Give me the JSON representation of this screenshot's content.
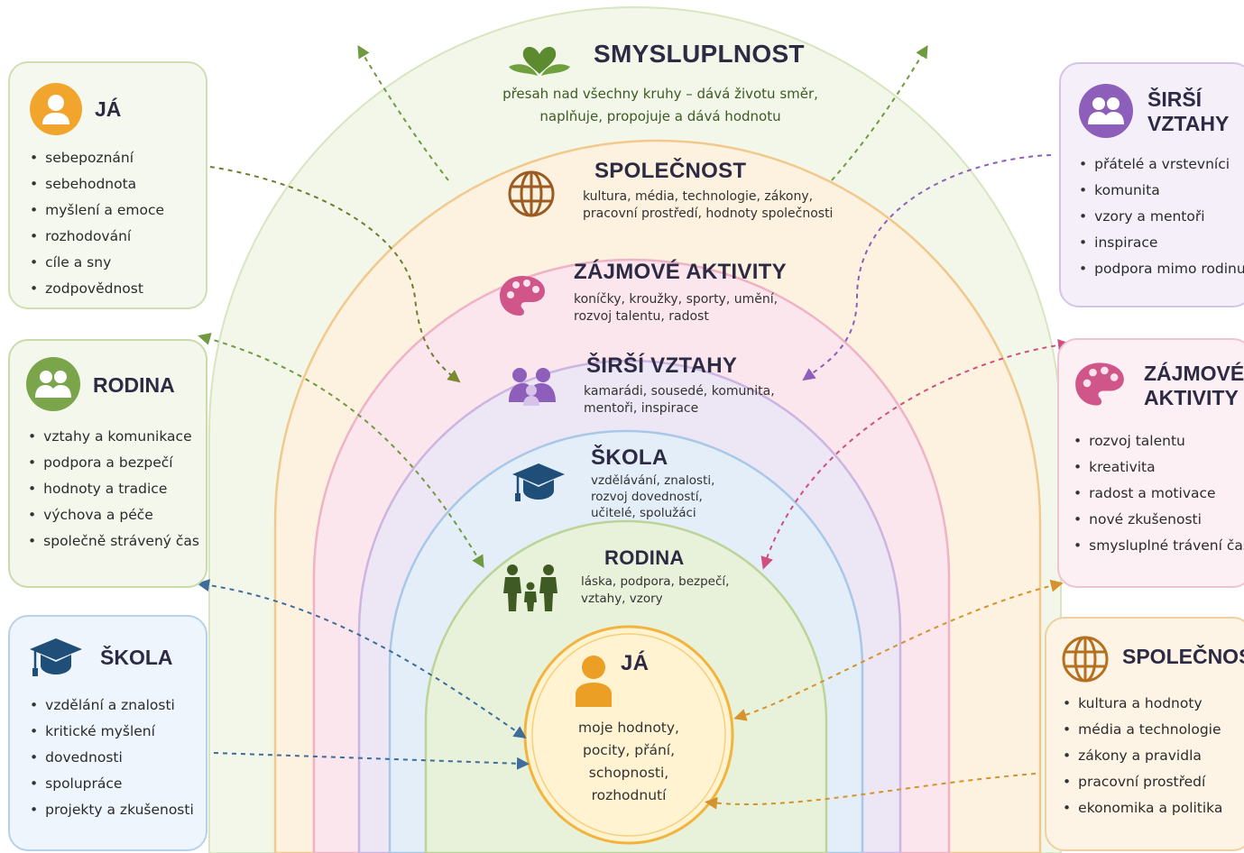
{
  "colors": {
    "smysl": "#6f9a3f",
    "spolecnost": "#ce8a2c",
    "zajmove": "#cf4f7e",
    "sirsi": "#8e5fba",
    "skola": "#3e6d9c",
    "rodina": "#7aa54a",
    "ja": "#f0a93a",
    "title": "#2d2a44"
  },
  "rings": {
    "smysluplnost": {
      "title": "SMYSLUPLNOST",
      "desc": "přesah nad všechny kruhy – dává životu směr,\nnaplňuje, propojuje a dává hodnotu",
      "icon": "heart-leaves-icon"
    },
    "spolecnost": {
      "title": "SPOLEČNOST",
      "desc": "kultura, média, technologie, zákony,\npracovní prostředí, hodnoty společnosti",
      "icon": "globe-icon"
    },
    "zajmove": {
      "title": "ZÁJMOVÉ AKTIVITY",
      "desc": "koníčky, kroužky, sporty, umění,\nrozvoj talentu, radost",
      "icon": "palette-icon"
    },
    "sirsi": {
      "title": "ŠIRŠÍ VZTAHY",
      "desc": "kamarádi, sousedé, komunita,\nmentoři, inspirace",
      "icon": "people-group-icon"
    },
    "skola": {
      "title": "ŠKOLA",
      "desc": "vzdělávání, znalosti,\nrozvoj dovedností,\nučitelé, spolužáci",
      "icon": "graduation-cap-icon"
    },
    "rodina": {
      "title": "RODINA",
      "desc": "láska, podpora, bezpečí,\nvztahy, vzory",
      "icon": "family-icon"
    },
    "ja": {
      "title": "JÁ",
      "desc": "moje hodnoty,\npocity, přání,\nschopnosti,\nrozhodnutí",
      "icon": "person-icon"
    }
  },
  "panels": {
    "ja": {
      "title": "JÁ",
      "items": [
        "sebepoznání",
        "sebehodnota",
        "myšlení a emoce",
        "rozhodování",
        "cíle a sny",
        "zodpovědnost"
      ]
    },
    "rodina": {
      "title": "RODINA",
      "items": [
        "vztahy a komunikace",
        "podpora a bezpečí",
        "hodnoty a tradice",
        "výchova a péče",
        "společně strávený čas"
      ]
    },
    "skola": {
      "title": "ŠKOLA",
      "items": [
        "vzdělání a znalosti",
        "kritické myšlení",
        "dovednosti",
        "spolupráce",
        "projekty a zkušenosti"
      ]
    },
    "sirsi": {
      "title": "ŠIRŠÍ\nVZTAHY",
      "items": [
        "přátelé a vrstevníci",
        "komunita",
        "vzory a mentoři",
        "inspirace",
        "podpora mimo rodinu"
      ]
    },
    "zajmove": {
      "title": "ZÁJMOVÉ\nAKTIVITY",
      "items": [
        "rozvoj talentu",
        "kreativita",
        "radost a motivace",
        "nové zkušenosti",
        "smysluplné trávení času"
      ]
    },
    "spolecnost": {
      "title": "SPOLEČNOST",
      "items": [
        "kultura a hodnoty",
        "média a technologie",
        "zákony a pravidla",
        "pracovní prostředí",
        "ekonomika a politika"
      ]
    }
  }
}
